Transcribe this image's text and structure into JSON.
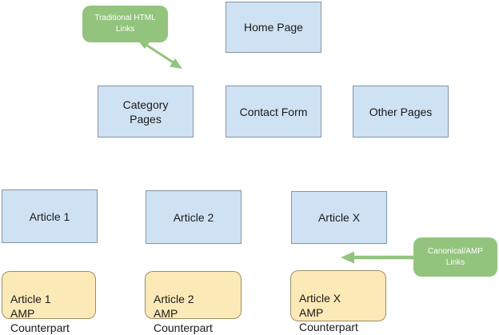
{
  "diagram": {
    "nodes": {
      "home": {
        "label": "Home Page"
      },
      "category": {
        "label": "Category\nPages"
      },
      "contact": {
        "label": "Contact Form"
      },
      "other": {
        "label": "Other Pages"
      },
      "article1": {
        "label": "Article 1"
      },
      "article2": {
        "label": "Article 2"
      },
      "articleX": {
        "label": "Article X"
      },
      "amp1": {
        "label": "Article 1\nAMP\nCounterpart"
      },
      "amp2": {
        "label": "Article 2\nAMP\nCounterpart"
      },
      "ampX": {
        "label": "Article X\nAMP\nCounterpart"
      }
    },
    "callouts": {
      "traditional": {
        "label": "Traditional HTML\nLinks"
      },
      "canonical": {
        "label": "Canonical/AMP\nLinks"
      }
    },
    "colors": {
      "page_box_fill": "#cfe2f3",
      "amp_box_fill": "#fbe9b7",
      "callout_fill": "#93c47d",
      "callout_text": "#ffffff",
      "arrow_green": "#93c47d",
      "text": "#1a1a1a",
      "background": "#ffffff"
    }
  }
}
